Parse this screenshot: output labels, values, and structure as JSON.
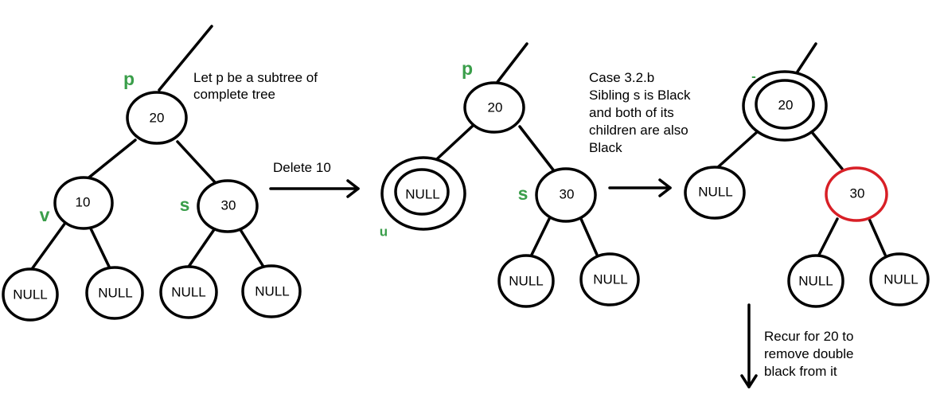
{
  "diagram": {
    "step1": {
      "root": "20",
      "left": "10",
      "right": "30",
      "leaves": [
        "NULL",
        "NULL",
        "NULL",
        "NULL"
      ],
      "label_p": "p",
      "label_v": "v",
      "label_s": "s",
      "note": [
        "Let p be a subtree of",
        "complete tree"
      ]
    },
    "arrow1_label": "Delete 10",
    "step2": {
      "root": "20",
      "left": "NULL",
      "right": "30",
      "leaves": [
        "NULL",
        "NULL"
      ],
      "label_p": "p",
      "label_s": "s",
      "label_u": "u"
    },
    "arrow2_note": [
      "Case 3.2.b",
      "Sibling s is Black",
      "and both of its",
      "children are also",
      "Black"
    ],
    "step3": {
      "root": "20",
      "left": "NULL",
      "right": "30",
      "right_color": "#d81f26",
      "leaves": [
        "NULL",
        "NULL"
      ],
      "mark": "-"
    },
    "arrow3_note": [
      "Recur for 20 to",
      "remove double",
      "black from it"
    ]
  }
}
